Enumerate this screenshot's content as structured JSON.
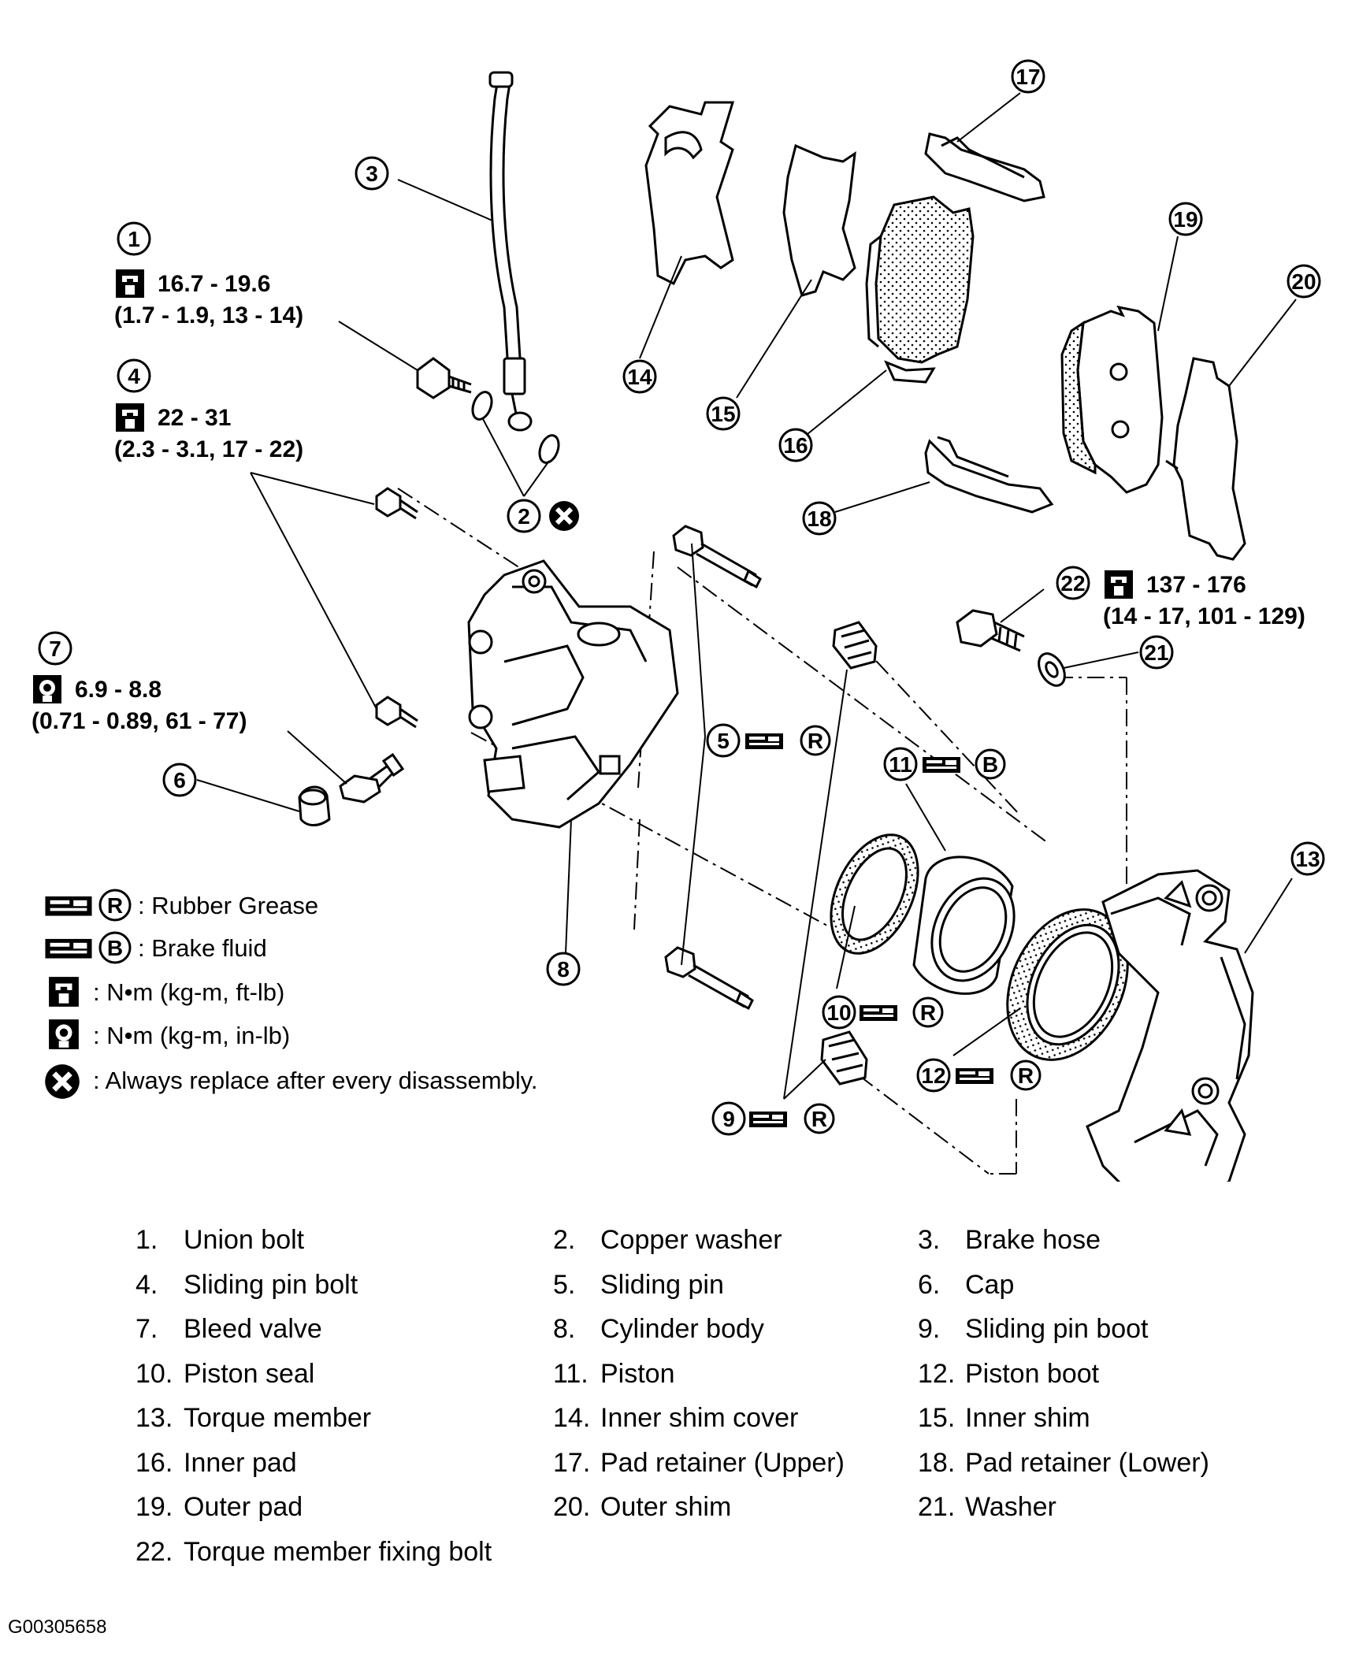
{
  "callouts": {
    "c1": "1",
    "c2": "2",
    "c3": "3",
    "c4": "4",
    "c5": "5",
    "c6": "6",
    "c7": "7",
    "c8": "8",
    "c9": "9",
    "c10": "10",
    "c11": "11",
    "c12": "12",
    "c13": "13",
    "c14": "14",
    "c15": "15",
    "c16": "16",
    "c17": "17",
    "c18": "18",
    "c19": "19",
    "c20": "20",
    "c21": "21",
    "c22": "22"
  },
  "torque_specs": {
    "union_bolt": {
      "main": "16.7 - 19.6",
      "alt": "(1.7 - 1.9, 13 - 14)"
    },
    "sliding_pin_bolt": {
      "main": "22 - 31",
      "alt": "(2.3 - 3.1, 17 - 22)"
    },
    "bleed_valve": {
      "main": "6.9 - 8.8",
      "alt": "(0.71 - 0.89, 61 - 77)"
    },
    "torque_member_bolt": {
      "main": "137 - 176",
      "alt": "(14 - 17, 101 - 129)"
    }
  },
  "lube_letters": {
    "rubber": "R",
    "brake": "B"
  },
  "legend": {
    "rubber_grease": ": Rubber Grease",
    "brake_fluid": ": Brake fluid",
    "torque_ft": ": N•m (kg-m, ft-lb)",
    "torque_in": ": N•m (kg-m, in-lb)",
    "replace": ": Always replace after every disassembly."
  },
  "parts_list": [
    {
      "num": "1.",
      "name": "Union bolt"
    },
    {
      "num": "2.",
      "name": "Copper washer"
    },
    {
      "num": "3.",
      "name": "Brake hose"
    },
    {
      "num": "4.",
      "name": "Sliding pin bolt"
    },
    {
      "num": "5.",
      "name": "Sliding pin"
    },
    {
      "num": "6.",
      "name": "Cap"
    },
    {
      "num": "7.",
      "name": "Bleed valve"
    },
    {
      "num": "8.",
      "name": "Cylinder body"
    },
    {
      "num": "9.",
      "name": "Sliding pin boot"
    },
    {
      "num": "10.",
      "name": "Piston seal"
    },
    {
      "num": "11.",
      "name": "Piston"
    },
    {
      "num": "12.",
      "name": "Piston boot"
    },
    {
      "num": "13.",
      "name": "Torque member"
    },
    {
      "num": "14.",
      "name": "Inner shim cover"
    },
    {
      "num": "15.",
      "name": "Inner shim"
    },
    {
      "num": "16.",
      "name": "Inner pad"
    },
    {
      "num": "17.",
      "name": "Pad retainer (Upper)"
    },
    {
      "num": "18.",
      "name": "Pad retainer (Lower)"
    },
    {
      "num": "19.",
      "name": "Outer pad"
    },
    {
      "num": "20.",
      "name": "Outer shim"
    },
    {
      "num": "21.",
      "name": "Washer"
    },
    {
      "num": "22.",
      "name": "Torque member fixing bolt"
    }
  ],
  "figure_id": "G00305658"
}
